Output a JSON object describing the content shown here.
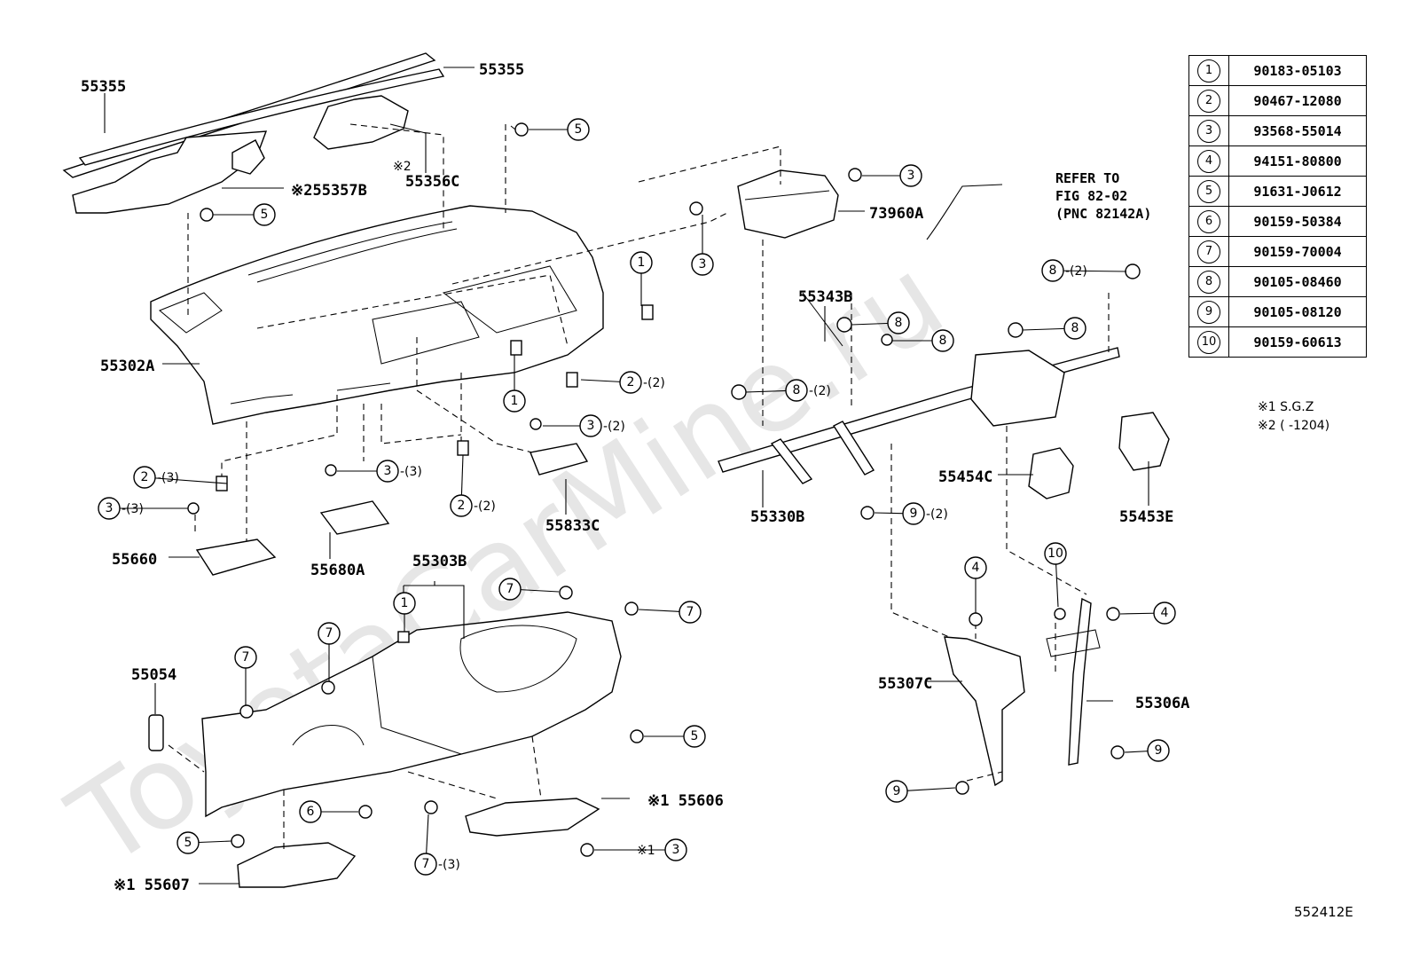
{
  "parts_table": [
    {
      "no": "1",
      "part": "90183-05103"
    },
    {
      "no": "2",
      "part": "90467-12080"
    },
    {
      "no": "3",
      "part": "93568-55014"
    },
    {
      "no": "4",
      "part": "94151-80800"
    },
    {
      "no": "5",
      "part": "91631-J0612"
    },
    {
      "no": "6",
      "part": "90159-50384"
    },
    {
      "no": "7",
      "part": "90159-70004"
    },
    {
      "no": "8",
      "part": "90105-08460"
    },
    {
      "no": "9",
      "part": "90105-08120"
    },
    {
      "no": "10",
      "part": "90159-60613"
    }
  ],
  "notes": [
    "※1 S.G.Z",
    "※2 (    -1204)"
  ],
  "refer": [
    "REFER TO",
    "FIG 82-02",
    "(PNC 82142A)"
  ],
  "figure_id": "552412E",
  "watermark": "ToyotaCarMine.ru",
  "labels": {
    "l55355a": "55355",
    "l55355b": "55355",
    "l55356c": "55356C",
    "l55356c_note": "※2",
    "l55357b": "※255357B",
    "l55302a": "55302A",
    "l73960a": "73960A",
    "l55343b": "55343B",
    "l55454c": "55454C",
    "l55453e": "55453E",
    "l55330b": "55330B",
    "l55833c": "55833C",
    "l55660": "55660",
    "l55680a": "55680A",
    "l55303b": "55303B",
    "l55054": "55054",
    "l55307c": "55307C",
    "l55306a": "55306A",
    "l55606": "※1 55606",
    "l55607": "※1  55607",
    "n_x1_3": "※1",
    "q2": "-(2)",
    "q3": "-(3)"
  }
}
